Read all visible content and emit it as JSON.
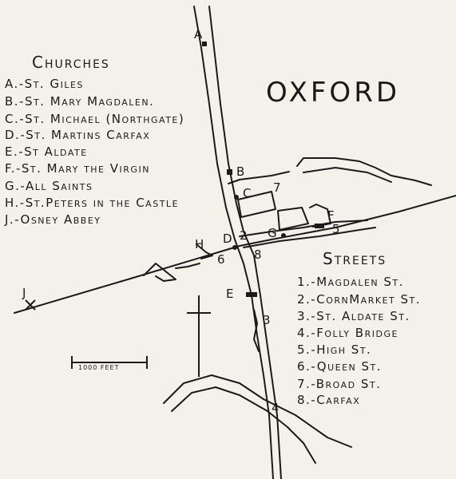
{
  "title": "OXFORD",
  "churches": {
    "heading": "Churches",
    "items": [
      "A.-St. Giles",
      "B.-St. Mary Magdalen.",
      "C.-St. Michael (Northgate)",
      "D.-St. Martins Carfax",
      "E.-St Aldate",
      "F.-St. Mary the Virgin",
      "G.-All Saints",
      "H.-St.Peters in the Castle",
      "J.-Osney Abbey"
    ]
  },
  "streets": {
    "heading": "Streets",
    "items": [
      "1.-Magdalen St.",
      "2.-CornMarket St.",
      "3.-St. Aldate St.",
      "4.-Folly Bridge",
      "5.-High St.",
      "6.-Queen St.",
      "7.-Broad St.",
      "8.-Carfax"
    ]
  },
  "map_labels": {
    "A": "A",
    "B": "B",
    "C": "C",
    "D": "D",
    "E": "E",
    "F": "F",
    "G": "G",
    "H": "H",
    "J": "J",
    "n2": "2",
    "n3": "3",
    "n4": "4",
    "n5": "5",
    "n6": "6",
    "n7": "7",
    "n8": "8"
  },
  "scale": {
    "label": "1000 FEET"
  }
}
